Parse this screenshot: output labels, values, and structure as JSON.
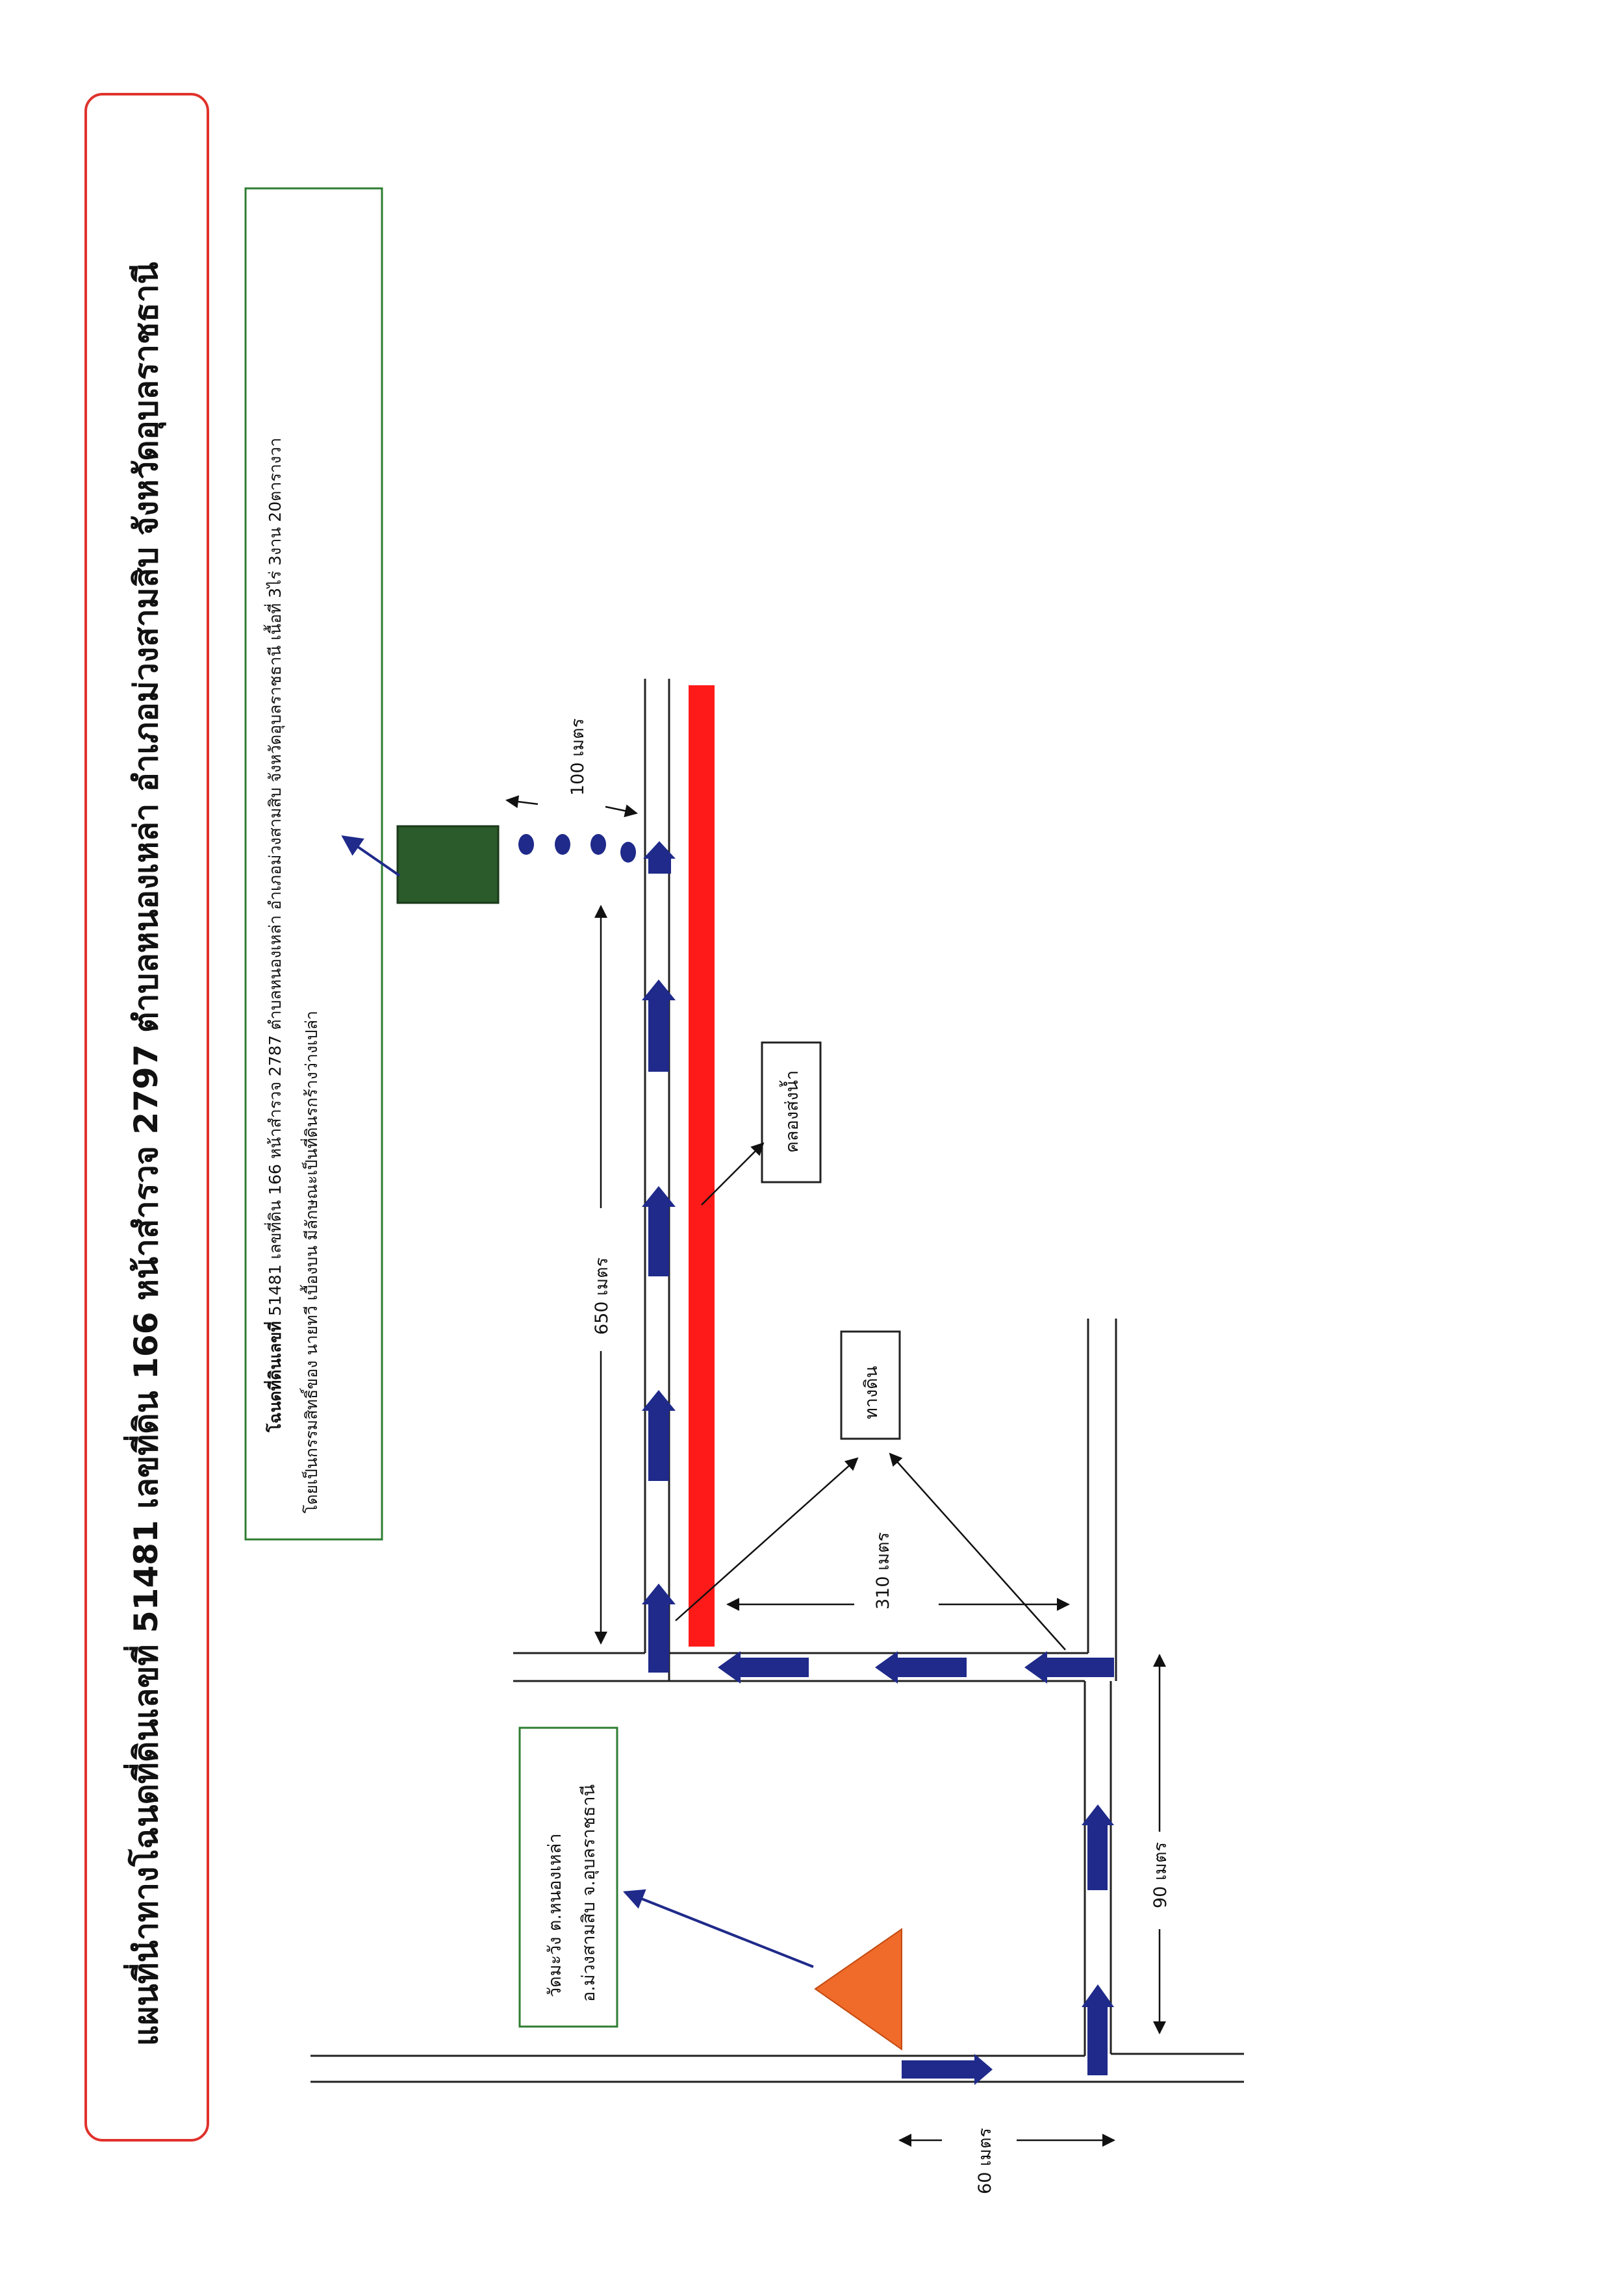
{
  "title": "แผนที่นำทางโฉนดที่ดินเลขที่ 51481 เลขที่ดิน 166 หน้าสำรวจ 2797 ตำบลหนองเหล่า อำเภอม่วงสามสิบ จังหวัดอุบลราชธานี",
  "info": {
    "heading": "โฉนดที่ดินเลขที่",
    "line1_rest": " 51481 เลขที่ดิน 166 หน้าสำรวจ 2787 ตำบลหนองเหล่า อำเภอม่วงสามสิบ จังหวัดอุบลราชธานี เนื้อที่ 3ไร่ 3งาน 20ตารางวา",
    "line2": "โดยเป็นกรรมสิทธิ์ของ นายทวี เบื้องบน มีลักษณะเป็นที่ดินรกร้างว่างเปล่า"
  },
  "labels": {
    "canal": "คลองส่งน้ำ",
    "dirt_road": "ทางดิน",
    "temple_line1": "วัดมะวัง ต.หนองเหล่า",
    "temple_line2": "อ.ม่วงสามสิบ จ.อุบลราชธานี"
  },
  "distances": {
    "d100": "100 เมตร",
    "d650": "650 เมตร",
    "d310": "310 เมตร",
    "d90": "90 เมตร",
    "d60": "60 เมตร"
  },
  "colors": {
    "frame_border": "#e0322b",
    "info_border": "#2e7d32",
    "canal": "#ff1a1a",
    "arrow": "#1f2a8a",
    "plot": "#2b5a2b",
    "temple_marker": "#f06a2a",
    "road_line": "#222222"
  },
  "icons": {
    "temple": "triangle-marker",
    "plot": "green-square-marker",
    "direction": "blue-block-arrow"
  }
}
